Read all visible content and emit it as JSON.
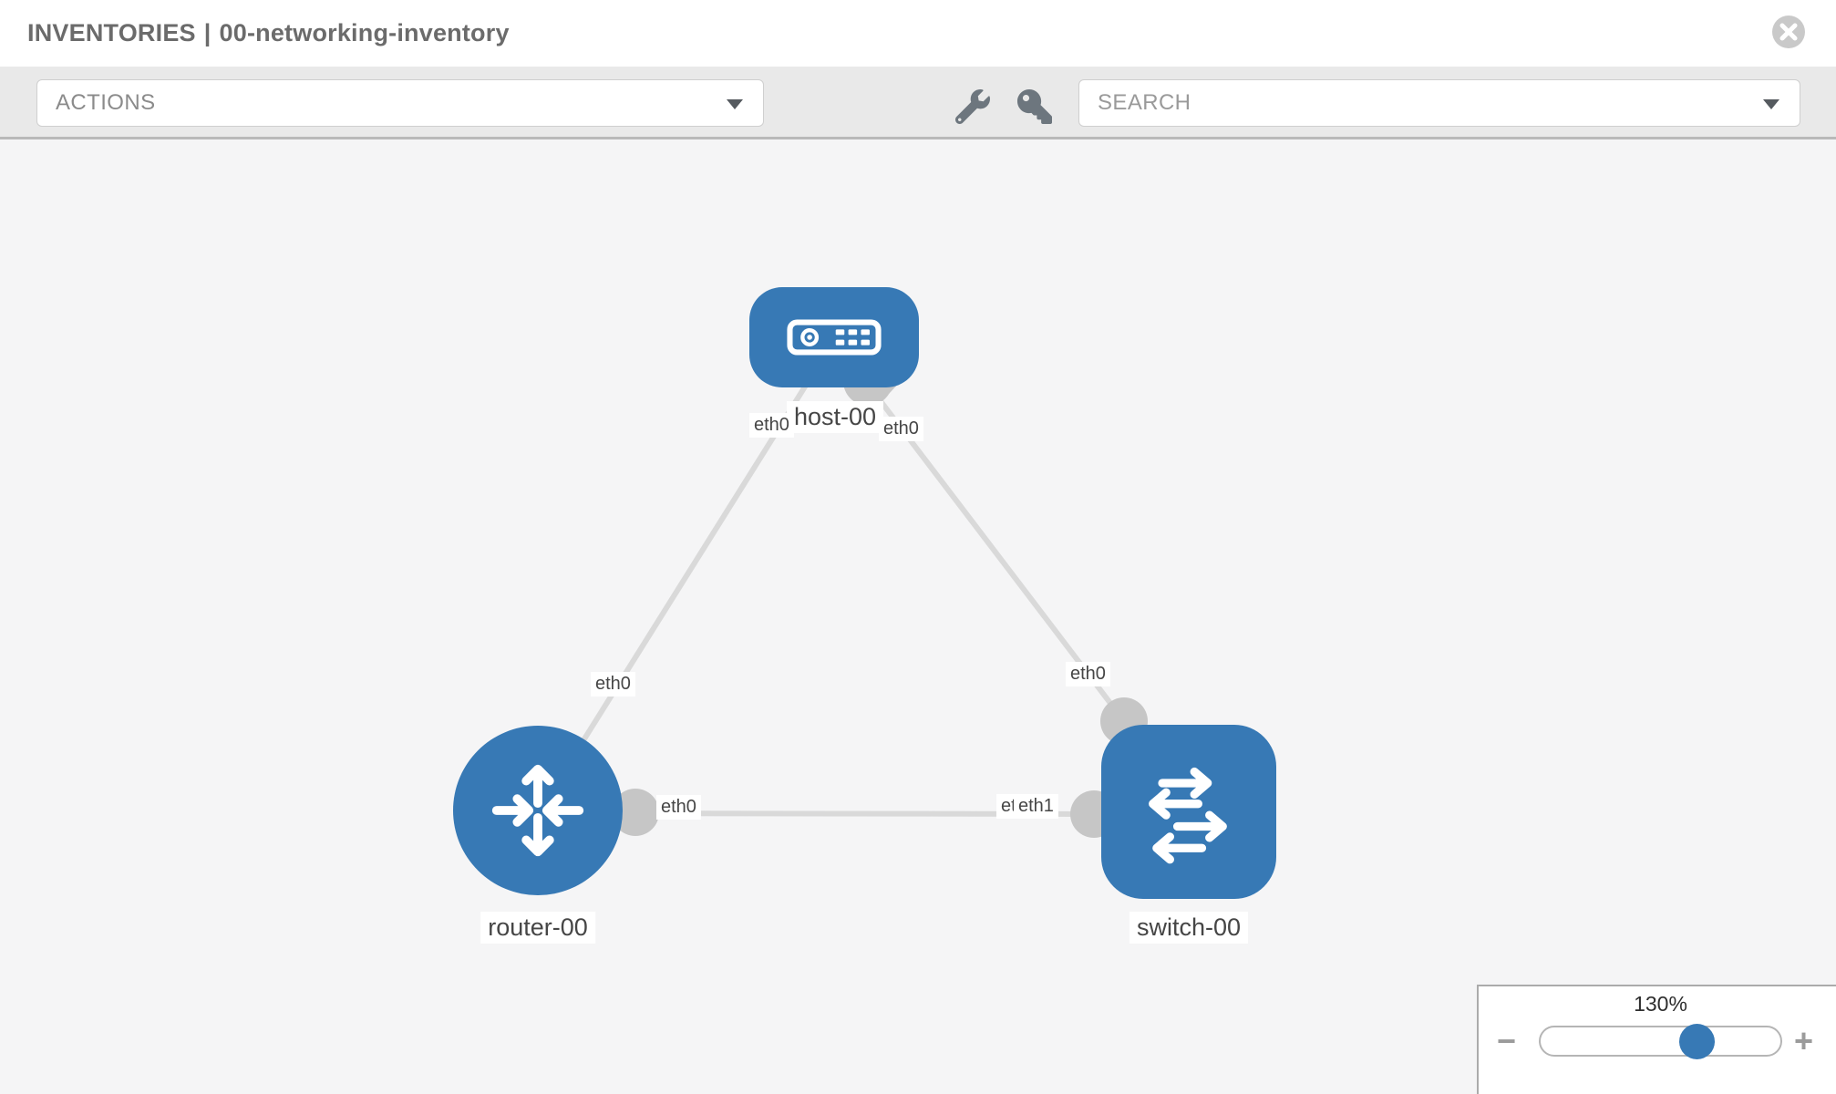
{
  "header": {
    "breadcrumb_section": "INVENTORIES",
    "breadcrumb_divider": "|",
    "inventory_name": "00-networking-inventory"
  },
  "toolbar": {
    "actions_placeholder": "ACTIONS",
    "search_placeholder": "SEARCH",
    "icons": [
      "wrench-icon",
      "key-icon"
    ]
  },
  "colors": {
    "node_blue": "#3779b5",
    "link_gray": "#d9d9d9",
    "connector_gray": "#c6c6c6",
    "canvas_bg": "#f5f5f6",
    "toolbar_bg": "#e9e9e9",
    "icon_gray": "#6d767e"
  },
  "graph": {
    "nodes": [
      {
        "id": "host-00",
        "label": "host-00",
        "type": "host"
      },
      {
        "id": "router-00",
        "label": "router-00",
        "type": "router"
      },
      {
        "id": "switch-00",
        "label": "switch-00",
        "type": "switch"
      }
    ],
    "links": [
      {
        "source": "host-00",
        "source_if": "eth0",
        "target": "router-00",
        "target_if": "eth0"
      },
      {
        "source": "host-00",
        "source_if": "eth0",
        "target": "switch-00",
        "target_if": "eth0"
      },
      {
        "source": "router-00",
        "source_if": "eth0",
        "target": "switch-00",
        "target_if": "eth1",
        "target_if_overlap": "eth0"
      }
    ]
  },
  "zoom_control": {
    "level": "130%",
    "minus_label": "−",
    "plus_label": "+"
  }
}
